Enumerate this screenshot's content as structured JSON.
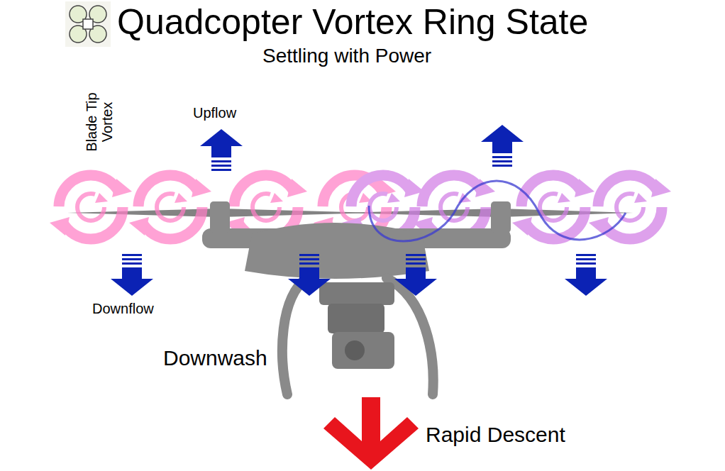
{
  "diagram": {
    "title": "Quadcopter Vortex Ring State",
    "labels": [
      "Settling with Power",
      "Blade Tip Vortex",
      "Upflow",
      "Downflow",
      "Downwash",
      "Rapid Descent"
    ]
  }
}
